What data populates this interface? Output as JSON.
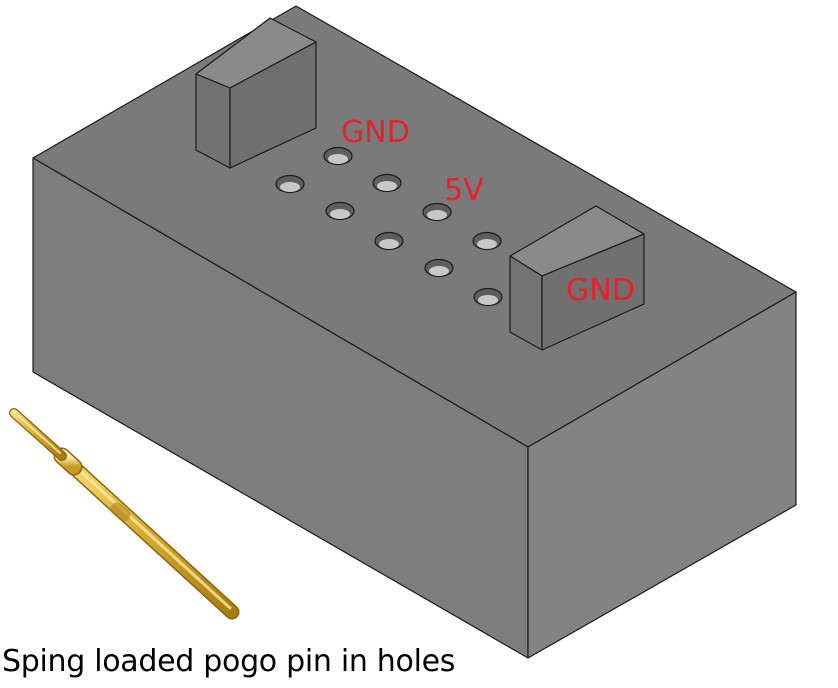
{
  "labels": {
    "gnd_top": "GND",
    "five_v": "5V",
    "gnd_right": "GND"
  },
  "caption": "Sping loaded pogo pin in holes",
  "colors": {
    "label": "#e8202a",
    "top_face": "#7a7a7a",
    "front_face": "#7d7d7d",
    "right_face": "#828282",
    "edge": "#1a1a1a",
    "pin_gold": "#d9b13a"
  }
}
